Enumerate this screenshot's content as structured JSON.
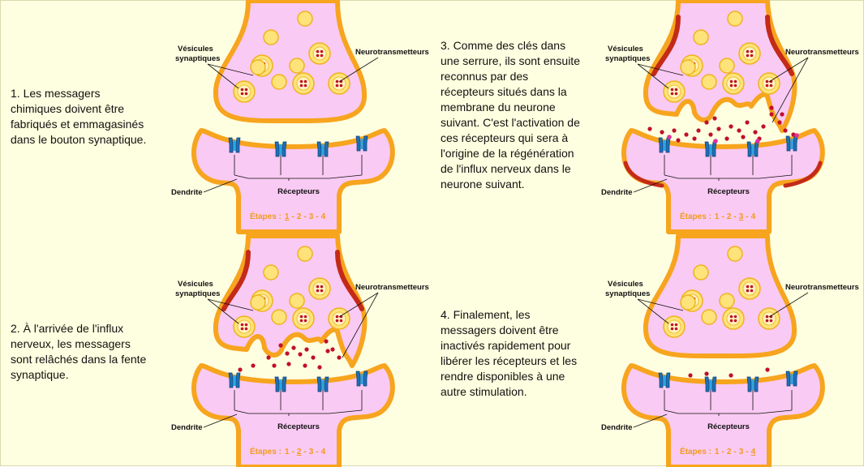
{
  "colors": {
    "background": "#fefee0",
    "membrane": "#f7a41e",
    "cytoplasm": "#f9caf3",
    "vesicle": "#fde37a",
    "neurotransmitter": "#c0102a",
    "receptor": "#1d6fb8",
    "impulse": "#c42a18",
    "step_text": "#f39a1e"
  },
  "descriptions": {
    "step1": [
      "1. Les messagers",
      "chimiques doivent être",
      "fabriqués et emmagasinés",
      "dans le bouton synaptique."
    ],
    "step2": [
      "2. À l'arrivée de l'influx",
      "nerveux, les messagers",
      "sont relâchés dans la fente",
      "synaptique."
    ],
    "step3": [
      "3. Comme des clés dans",
      "une serrure, ils sont ensuite",
      "reconnus par des",
      "récepteurs situés dans la",
      "membrane du neurone",
      "suivant. C'est l'activation de",
      "ces récepteurs qui sera à",
      "l'origine de la régénération",
      "de l'influx nerveux dans le",
      "neurone suivant."
    ],
    "step4": [
      "4. Finalement, les",
      "messagers doivent être",
      "inactivés rapidement pour",
      "libérer les récepteurs et les",
      "rendre disponibles à une",
      "autre stimulation."
    ]
  },
  "labels": {
    "vesicles_line1": "Vésicules",
    "vesicles_line2": "synaptiques",
    "neurotransmitters": "Neurotransmetteurs",
    "dendrite": "Dendrite",
    "receptors": "Récepteurs"
  },
  "steps": {
    "prefix": "Étapes :",
    "numbers": [
      "1",
      "2",
      "3",
      "4"
    ],
    "separator": "-"
  },
  "panels": [
    {
      "step": 1,
      "active": "1",
      "show_vesicle_label": true,
      "show_neuro_label": true,
      "released": "none",
      "impulse": false
    },
    {
      "step": 2,
      "active": "2",
      "show_vesicle_label": true,
      "show_neuro_label": true,
      "released": "cleft",
      "impulse": true
    },
    {
      "step": 3,
      "active": "3",
      "show_vesicle_label": true,
      "show_neuro_label": true,
      "released": "bound",
      "impulse": true
    },
    {
      "step": 4,
      "active": "4",
      "show_vesicle_label": true,
      "show_neuro_label": true,
      "released": "few",
      "impulse": false
    }
  ]
}
